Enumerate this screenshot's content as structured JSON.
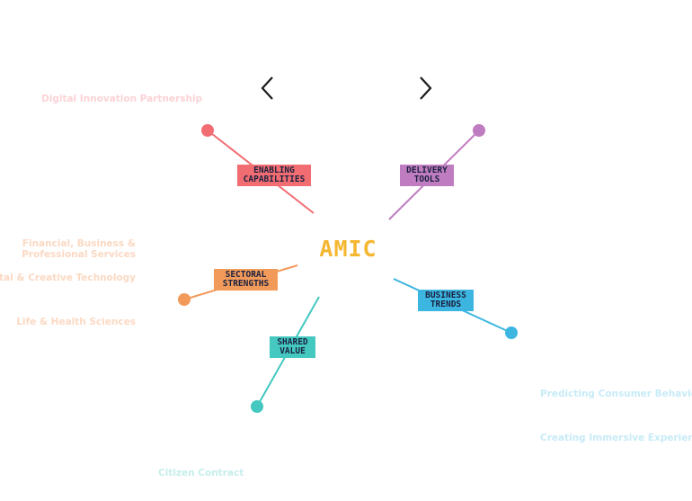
{
  "center": {
    "label": "AMIC"
  },
  "nav": {
    "prev_icon": "chevron-left-icon",
    "next_icon": "chevron-right-icon"
  },
  "branches": [
    {
      "id": "enabling",
      "lines": [
        "ENABLING",
        "CAPABILITIES"
      ],
      "color": "#f26d72"
    },
    {
      "id": "delivery",
      "lines": [
        "DELIVERY",
        "TOOLS"
      ],
      "color": "#c07cc0"
    },
    {
      "id": "sectoral",
      "lines": [
        "SECTORAL",
        "STRENGTHS"
      ],
      "color": "#f29a5a"
    },
    {
      "id": "business",
      "lines": [
        "BUSINESS",
        "TRENDS"
      ],
      "color": "#3cb6e0"
    },
    {
      "id": "shared",
      "lines": [
        "SHARED",
        "VALUE"
      ],
      "color": "#44c8c0"
    }
  ],
  "sub_items": {
    "enabling": [
      "Digital Innovation Partnership"
    ],
    "sectoral": [
      "Financial, Business &",
      "Professional Services",
      "Digital & Creative Technology",
      "Life & Health Sciences"
    ],
    "business": [
      "Predicting Consumer Behaviour",
      "Creating Immersive Experiences"
    ],
    "shared": [
      "Citizen Contract"
    ]
  },
  "faint_colors": {
    "pink": "#fbd3d5",
    "orange": "#fbd9c3",
    "blue": "#c7ebf7",
    "teal": "#c6eeea"
  }
}
